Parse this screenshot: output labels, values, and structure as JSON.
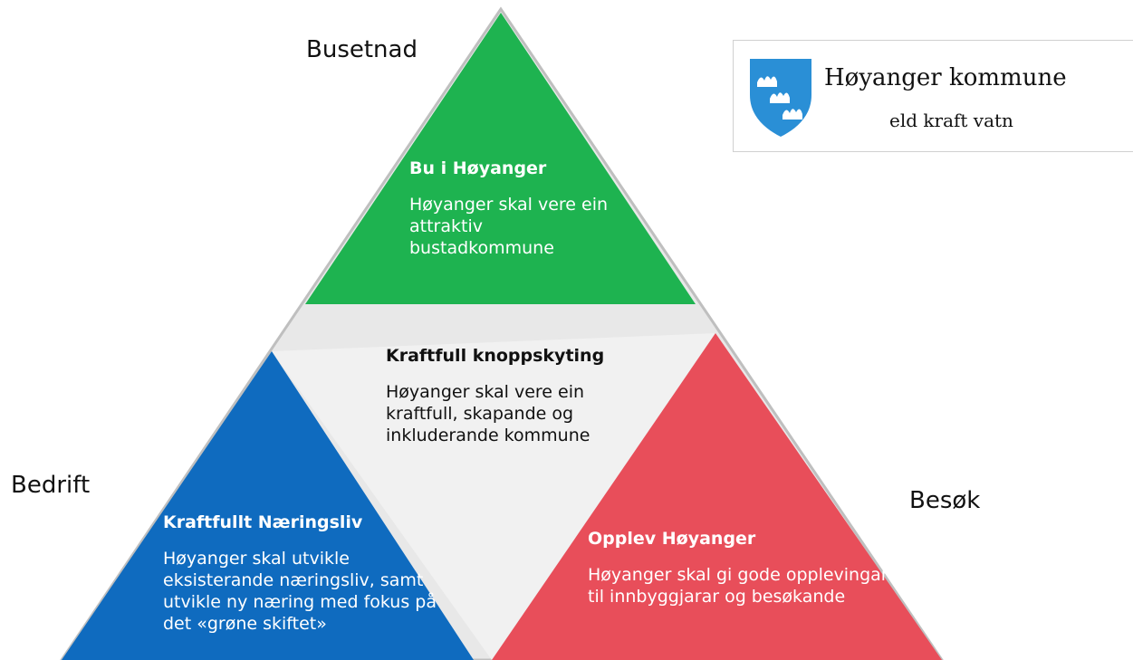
{
  "colors": {
    "top": "#1eb350",
    "center": "#f1f1f1",
    "left": "#0f6bbf",
    "right": "#e84e5a",
    "outline": "#bfbfbf"
  },
  "labels": {
    "top": "Busetnad",
    "left": "Bedrift",
    "right": "Besøk"
  },
  "top": {
    "heading": "Bu i Høyanger",
    "body_lines": [
      "Høyanger skal vere ein",
      "attraktiv",
      "bustadkommune"
    ]
  },
  "center": {
    "heading": "Kraftfull knoppskyting",
    "body_lines": [
      "Høyanger skal vere ein",
      "kraftfull, skapande og",
      "inkluderande kommune"
    ]
  },
  "left": {
    "heading": "Kraftfullt Næringsliv",
    "body_lines": [
      "Høyanger skal utvikle",
      "eksisterande næringsliv, samt",
      "utvikle ny næring med fokus på",
      "det «grøne skiftet»"
    ]
  },
  "right": {
    "heading": "Opplev Høyanger",
    "body_lines": [
      "Høyanger skal gi gode opplevingar",
      "til innbyggjarar og besøkande"
    ]
  },
  "logo": {
    "name": "Høyanger kommune",
    "slogan": "eld kraft vatn",
    "shield_icon": "coat-of-arms-shield-icon"
  }
}
